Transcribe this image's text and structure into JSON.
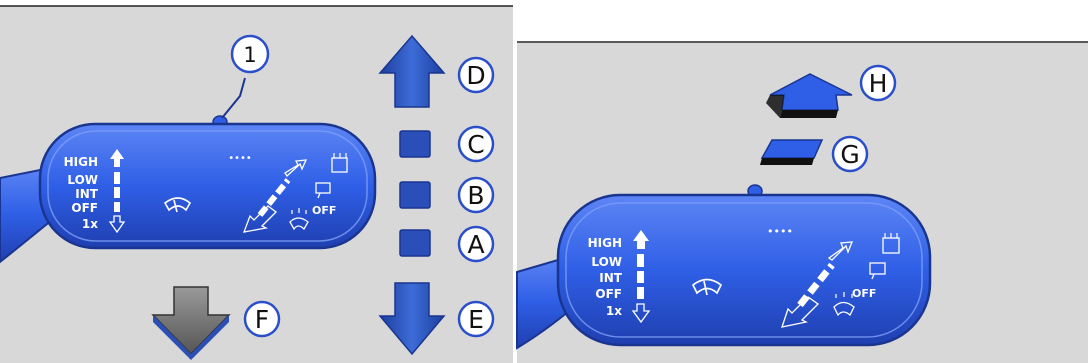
{
  "callout_number": "1",
  "levels": [
    "HIGH",
    "LOW",
    "INT",
    "OFF",
    "1x"
  ],
  "off_label": "OFF",
  "drops": "••••",
  "left_panel": {
    "labels": {
      "A": "A",
      "B": "B",
      "C": "C",
      "D": "D",
      "E": "E",
      "F": "F"
    }
  },
  "right_panel": {
    "labels": {
      "G": "G",
      "H": "H"
    }
  },
  "colors": {
    "panel_bg": "#d8d8d8",
    "stalk_blue": "#2f5fe6",
    "stalk_dark": "#1f3fb0",
    "arrow_blue": "#2a56c8",
    "button_blue": "#2b4fb8",
    "arrow_gray": "#7a7a7a"
  }
}
